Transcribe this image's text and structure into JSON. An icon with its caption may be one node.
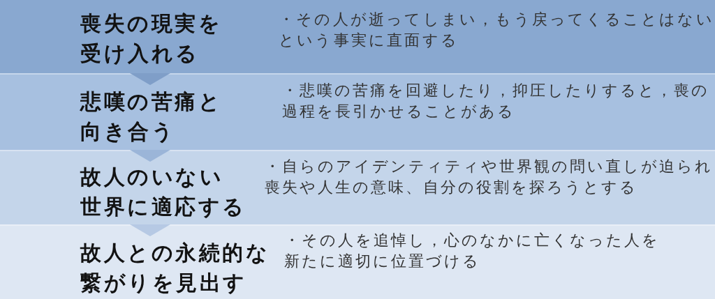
{
  "diagram": {
    "nodes": [
      {
        "text": [
          "喪失の現実を受け入れる",
          "・その人が逝ってしまい，もう戻ってくることはないという事実に直面する"
        ]
      },
      {
        "text": [
          "悲嘆の苦痛と向き合う",
          "・悲嘆の苦痛を回避したり，抑圧したりすると，喪の過程を長引かせることがある"
        ]
      },
      {
        "text": [
          "故人のいない世界に適応する",
          "・自らのアイデンティティや世界観の問い直しが迫られ喪失や人生の意味、自分の役割を探ろうとする"
        ]
      },
      {
        "text": [
          "故人との永続的な繋がりを見出す",
          "・その人を追悼し，心のなかに亡くなった人を新たに適切に位置づける"
        ]
      }
    ],
    "edges": [
      {
        "from": 0,
        "to": 1,
        "arrow": "to"
      },
      {
        "from": 1,
        "to": 2,
        "arrow": "to"
      },
      {
        "from": 2,
        "to": 3,
        "arrow": "to"
      }
    ]
  }
}
